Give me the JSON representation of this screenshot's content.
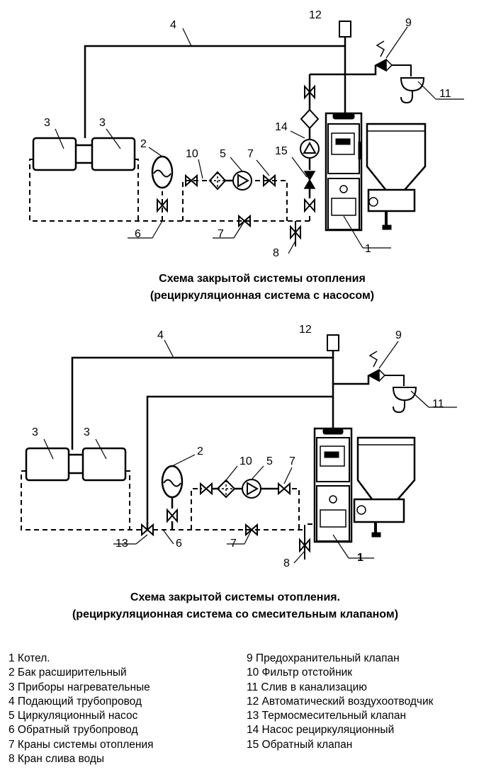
{
  "labels": {
    "boiler": "1",
    "expansion_tank": "2",
    "radiator": "3",
    "supply_pipe": "4",
    "pump": "5",
    "return_pipe": "6",
    "valve": "7",
    "drain_valve": "8",
    "safety_valve": "9",
    "filter": "10",
    "sewer_drain": "11",
    "air_vent": "12",
    "mixing_valve": "13",
    "recirc_pump": "14",
    "check_valve": "15"
  },
  "captions": {
    "top_line1": "Схема закрытой системы отопления",
    "top_line2": "(рециркуляционная система с насосом)",
    "bottom_line1": "Схема закрытой системы отопления.",
    "bottom_line2": "(рециркуляционная система со смесительным клапаном)"
  },
  "legend": {
    "left": [
      "1 Котел.",
      "2 Бак расширительный",
      "3  Приборы нагревательные",
      "4 Подающий трубопровод",
      "5 Циркуляционный насос",
      "6 Обратный трубопровод",
      "7 Краны системы отопления",
      "8 Кран слива воды"
    ],
    "right": [
      "9 Предохранительный клапан",
      "10 Фильтр отстойник",
      "11 Слив в канализацию",
      "12 Автоматический воздухоотводчик",
      "13  Термосмесительный клапан",
      "14 Насос  рециркуляционный",
      "15 Обратный клапан"
    ]
  }
}
